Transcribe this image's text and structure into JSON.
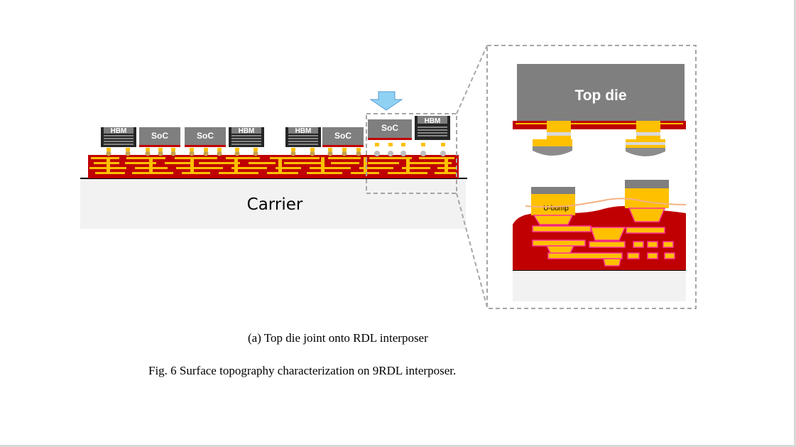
{
  "labels": {
    "carrier": "Carrier",
    "top_die": "Top die",
    "u_bump": "U-bump",
    "dies": [
      "HBM",
      "SoC",
      "SoC",
      "HBM",
      "HBM",
      "SoC",
      "SoC",
      "HBM"
    ]
  },
  "captions": {
    "subfigure": "(a) Top die joint onto RDL interposer",
    "figure": "Fig. 6  Surface topography characterization on 9RDL interposer."
  },
  "colors": {
    "rdl_red": "#c00000",
    "metal_yellow": "#ffc000",
    "pink_liner": "#ff3399",
    "die_gray": "#7f7f7f",
    "hbm_dark": "#262626",
    "carrier_fill": "#f2f2f2",
    "arrow_blue": "#8fd1f2",
    "dash_gray": "#a6a6a6"
  }
}
